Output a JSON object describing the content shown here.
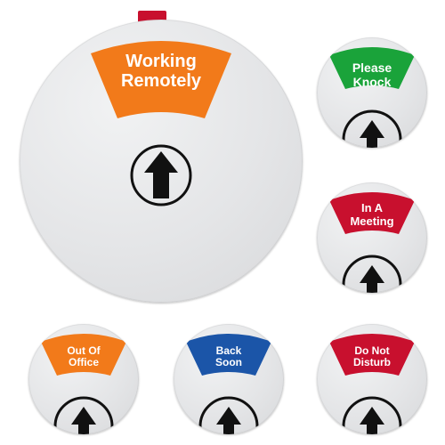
{
  "colors": {
    "disc": "#e6e7e9",
    "orange": "#f27a1a",
    "green": "#1aa33a",
    "red": "#c8102e",
    "blue": "#1b55a8",
    "arrow": "#111111"
  },
  "signs": {
    "main": {
      "line1": "Working",
      "line2": "Remotely",
      "icon": "arrow-up-icon"
    },
    "please": {
      "line1": "Please",
      "line2": "Knock",
      "icon": "arrow-up-icon"
    },
    "meeting": {
      "line1": "In A",
      "line2": "Meeting",
      "icon": "arrow-up-icon"
    },
    "office": {
      "line1": "Out Of",
      "line2": "Office",
      "icon": "arrow-up-icon"
    },
    "back": {
      "line1": "Back",
      "line2": "Soon",
      "icon": "arrow-up-icon"
    },
    "disturb": {
      "line1": "Do Not",
      "line2": "Disturb",
      "icon": "arrow-up-icon"
    }
  }
}
